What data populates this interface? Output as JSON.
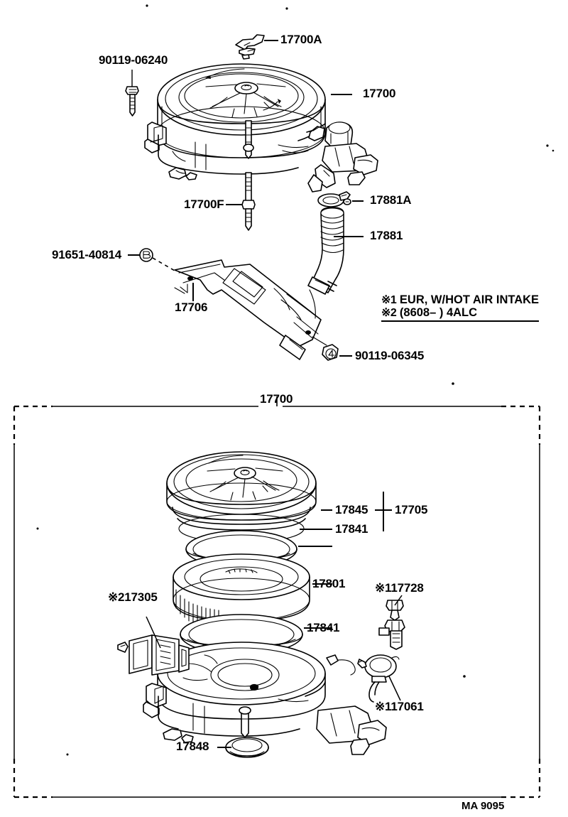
{
  "document": {
    "kind": "vehicle-parts-exploded-diagram",
    "subject": "Air Cleaner Assembly",
    "footer_code": "MA 9095"
  },
  "top_section": {
    "callouts": [
      {
        "id": "wing-nut",
        "text": "17700A"
      },
      {
        "id": "cover-bolt",
        "text": "90119-06240"
      },
      {
        "id": "air-cleaner-assy",
        "text": "17700"
      },
      {
        "id": "stud-bolt",
        "text": "17700F"
      },
      {
        "id": "hose-clamp",
        "text": "17881A"
      },
      {
        "id": "air-hose",
        "text": "17881"
      },
      {
        "id": "bracket-nut",
        "text": "91651-40814"
      },
      {
        "id": "bracket-marker",
        "text": "B"
      },
      {
        "id": "inlet-duct",
        "text": "17706"
      },
      {
        "id": "duct-bolt",
        "text": "90119-06345"
      },
      {
        "id": "duct-bolt-marker",
        "text": "4"
      }
    ],
    "notes": {
      "line1_mark": "※1",
      "line1_text": "EUR, W/HOT AIR INTAKE",
      "line2_mark": "※2",
      "line2_text": "(8608–        ) 4ALC"
    }
  },
  "bottom_section": {
    "frame_title": "17700",
    "callouts": [
      {
        "id": "cover-sub-assy",
        "text": "17845"
      },
      {
        "id": "cover-group",
        "text": "17705"
      },
      {
        "id": "gasket-upper",
        "text": "17841"
      },
      {
        "id": "filter-element",
        "text": "17801"
      },
      {
        "id": "gasket-lower",
        "text": "17841"
      },
      {
        "id": "thermo-valve",
        "text": "※117728"
      },
      {
        "id": "vacuum-motor",
        "text": "※117061"
      },
      {
        "id": "air-temp-sensor",
        "text": "※217305"
      },
      {
        "id": "housing-grommet",
        "text": "17848"
      }
    ]
  }
}
